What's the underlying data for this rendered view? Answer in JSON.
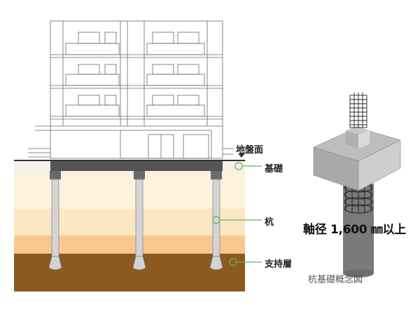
{
  "labels": {
    "ground_surface": "地盤面",
    "foundation": "基礎",
    "pile": "杭",
    "bearing_layer": "支持層",
    "diameter_note": "軸径 1,600 ㎜以上",
    "caption": "杭基礎概念図"
  },
  "colors": {
    "soil_light": "#fdf2dc",
    "soil_mid": "#fbe7c2",
    "soil_orange": "#f7c98e",
    "bearing_layer": "#8c5a1f",
    "pile": "#d4d4d4",
    "foundation": "#555555",
    "callout_green": "#5cb85c"
  }
}
